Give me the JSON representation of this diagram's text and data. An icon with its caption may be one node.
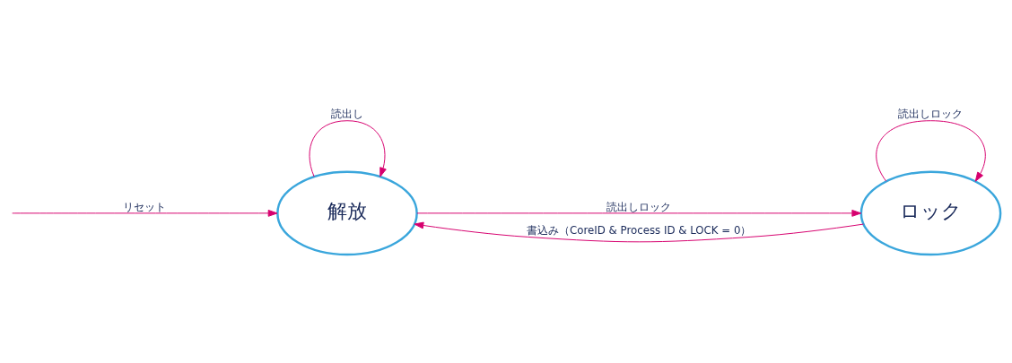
{
  "diagram": {
    "nodes": [
      {
        "text": [
          "解放"
        ]
      },
      {
        "text": [
          "ロック"
        ]
      }
    ],
    "edges": [
      {
        "from": 0,
        "to": 1,
        "arrow": "to",
        "label": "読出しロック"
      },
      {
        "from": 1,
        "to": 1,
        "arrow": "to",
        "label": "読出しロック"
      },
      {
        "from": 0,
        "to": 0,
        "arrow": "to",
        "label": "読出し"
      },
      {
        "from": 1,
        "to": 0,
        "arrow": "to",
        "label": "書込み（CoreID & Process ID & LOCK = 0）"
      },
      {
        "from": null,
        "to": 0,
        "arrow": "to",
        "label": "リセット"
      }
    ]
  }
}
